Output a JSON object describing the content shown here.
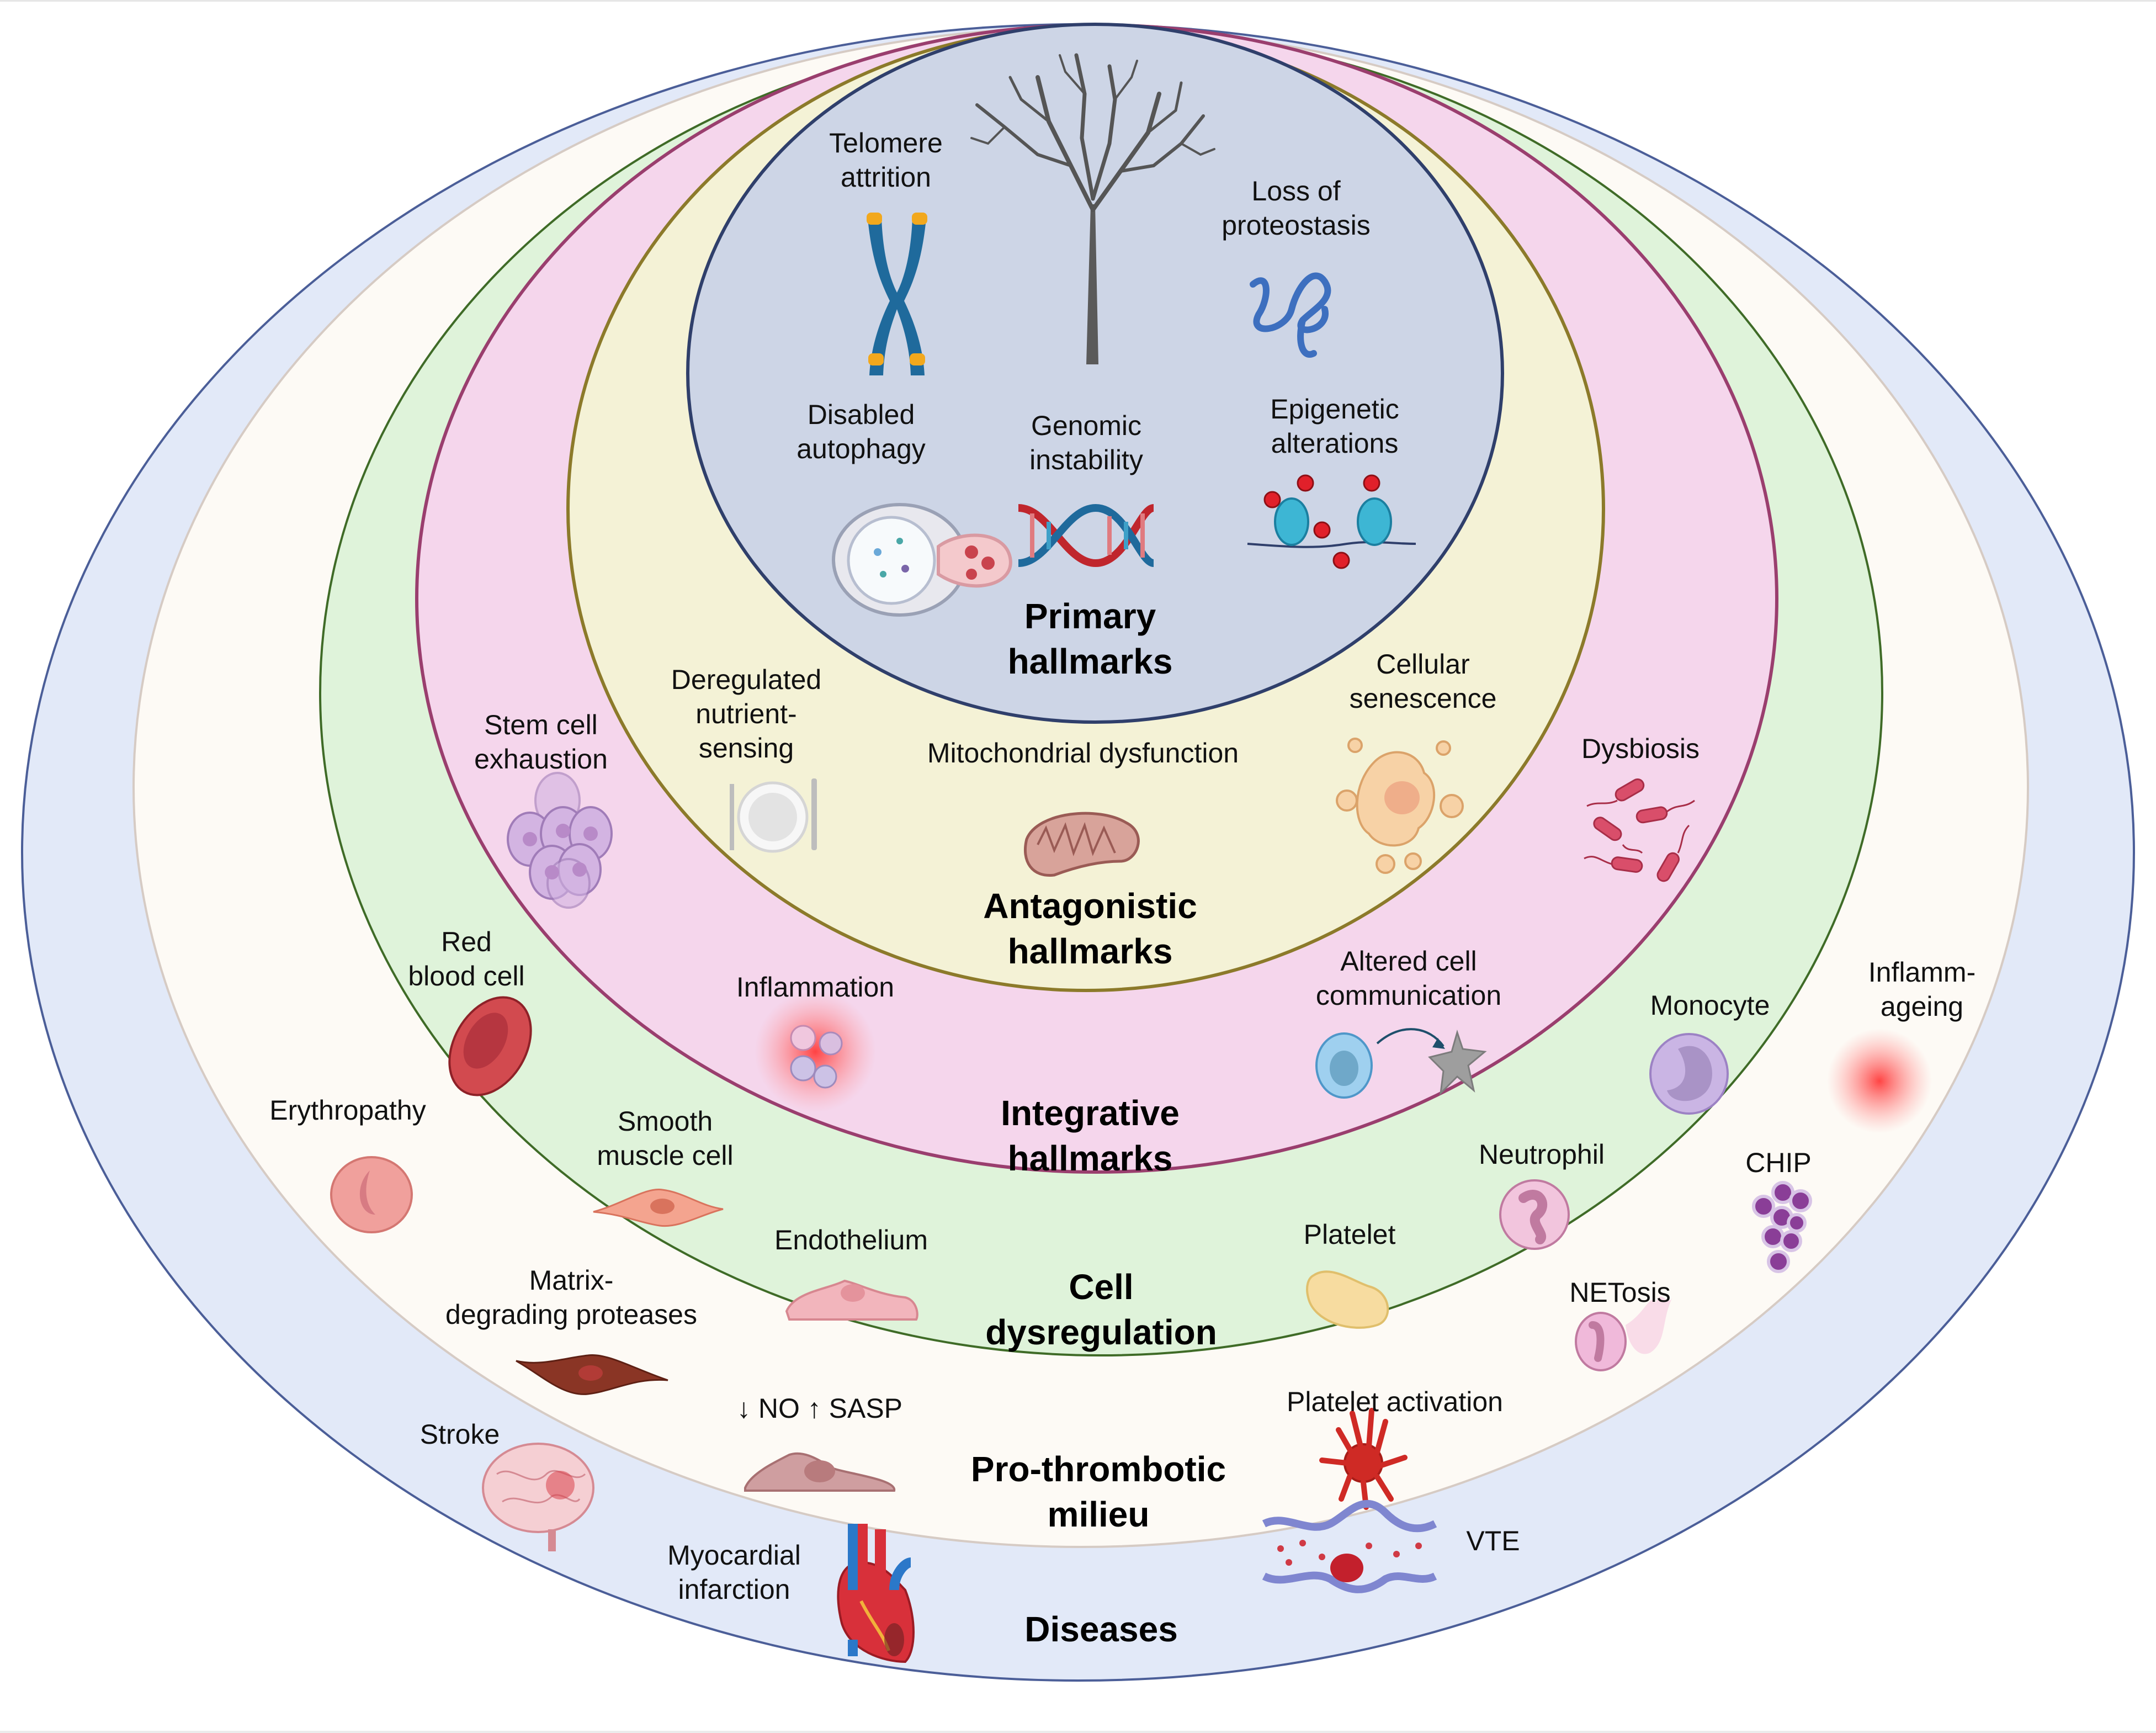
{
  "diagram": {
    "title": "Hallmarks of ageing leading to thrombotic diseases",
    "layers": [
      {
        "id": "primary",
        "title_lines": [
          "Primary",
          "hallmarks"
        ],
        "fill": "#cdd5e6",
        "stroke": "#2f3f6b"
      },
      {
        "id": "antagonistic",
        "title_lines": [
          "Antagonistic",
          "hallmarks"
        ],
        "fill": "#f4f2d6",
        "stroke": "#8c7a2a"
      },
      {
        "id": "integrative",
        "title_lines": [
          "Integrative",
          "hallmarks"
        ],
        "fill": "#f5d6ec",
        "stroke": "#9a3e6e"
      },
      {
        "id": "cell",
        "title_lines": [
          "Cell",
          "dysregulation"
        ],
        "fill": "#dff3da",
        "stroke": "#3f6b27"
      },
      {
        "id": "prothrombotic",
        "title_lines": [
          "Pro-thrombotic",
          "milieu"
        ],
        "fill": "#fdfaf5",
        "stroke": "#d6cbc4"
      },
      {
        "id": "diseases",
        "title_lines": [
          "Diseases"
        ],
        "fill": "#e2e9f8",
        "stroke": "#4b5e98"
      }
    ],
    "items": {
      "telomere": [
        "Telomere",
        "attrition"
      ],
      "proteostasis": [
        "Loss of",
        "proteostasis"
      ],
      "autophagy": [
        "Disabled",
        "autophagy"
      ],
      "genomic": [
        "Genomic",
        "instability"
      ],
      "epigenetic": [
        "Epigenetic",
        "alterations"
      ],
      "nutrient": [
        "Deregulated",
        "nutrient-",
        "sensing"
      ],
      "mito": [
        "Mitochondrial dysfunction"
      ],
      "senescence": [
        "Cellular",
        "senescence"
      ],
      "stemcell": [
        "Stem cell",
        "exhaustion"
      ],
      "dysbiosis": [
        "Dysbiosis"
      ],
      "inflammation": [
        "Inflammation"
      ],
      "altered": [
        "Altered cell",
        "communication"
      ],
      "rbc": [
        "Red",
        "blood cell"
      ],
      "monocyte": [
        "Monocyte"
      ],
      "smooth": [
        "Smooth",
        "muscle cell"
      ],
      "neutrophil": [
        "Neutrophil"
      ],
      "endothelium": [
        "Endothelium"
      ],
      "platelet": [
        "Platelet"
      ],
      "erythropathy": [
        "Erythropathy"
      ],
      "inflammageing": [
        "Inflamm-",
        "ageing"
      ],
      "chip": [
        "CHIP"
      ],
      "matrix": [
        "Matrix-",
        "degrading proteases"
      ],
      "netosis": [
        "NETosis"
      ],
      "nosasp": [
        "↓ NO ↑ SASP"
      ],
      "plateletact": [
        "Platelet activation"
      ],
      "stroke": [
        "Stroke"
      ],
      "mi": [
        "Myocardial",
        "infarction"
      ],
      "vte": [
        "VTE"
      ]
    },
    "icons": {
      "telomere": "chromosome-icon",
      "tree": "bare-tree-icon",
      "proteostasis": "misfolded-protein-icon",
      "autophagy": "autophagosome-icon",
      "genomic": "dna-helix-icon",
      "epigenetic": "nucleosome-methylation-icon",
      "nutrient": "plate-cutlery-icon",
      "mito": "mitochondrion-icon",
      "senescence": "senescent-cell-icon",
      "stemcell": "stem-cell-cluster-icon",
      "dysbiosis": "bacteria-icon",
      "inflammation": "inflamed-cells-icon",
      "altered": "cell-signaling-icon",
      "rbc": "red-blood-cell-icon",
      "monocyte": "monocyte-icon",
      "smooth": "smooth-muscle-cell-icon",
      "neutrophil": "neutrophil-icon",
      "endothelium": "endothelial-cell-icon",
      "platelet": "platelet-icon",
      "erythropathy": "abnormal-erythrocyte-icon",
      "inflammageing": "inflammation-glow-icon",
      "chip": "clonal-cells-icon",
      "matrix": "fibroblast-icon",
      "netosis": "netosis-icon",
      "nosasp": "senescent-endothelial-cell-icon",
      "plateletact": "activated-platelet-icon",
      "stroke": "brain-icon",
      "mi": "heart-icon",
      "vte": "vein-thrombus-icon"
    }
  }
}
